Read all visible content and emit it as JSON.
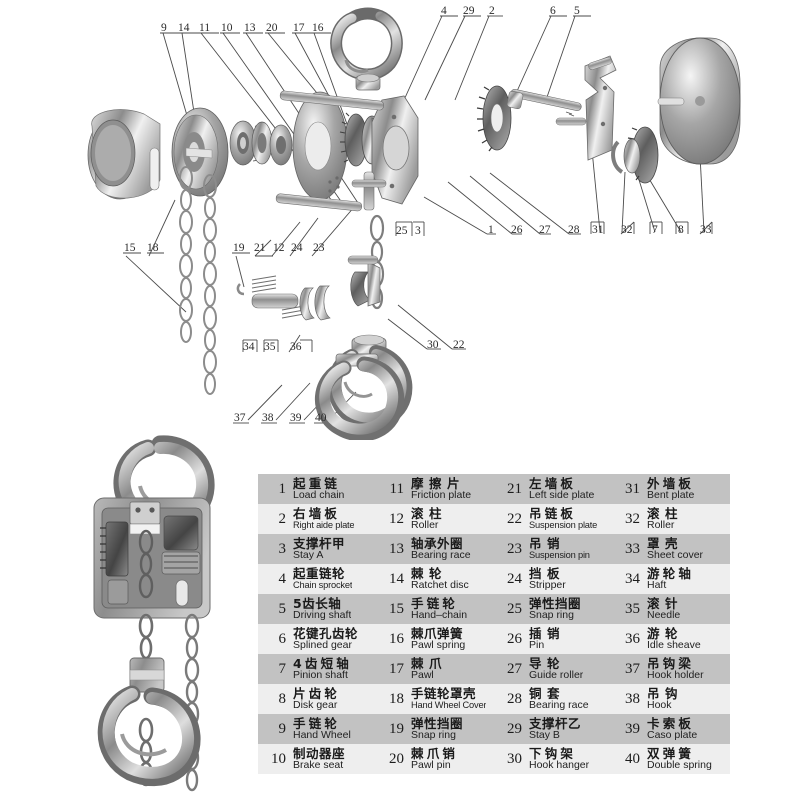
{
  "diagram": {
    "title_visible": false,
    "type": "exploded-parts-diagram",
    "subject": "chain hoist / chain block",
    "callouts_top_left": [
      "9",
      "14",
      "11",
      "10",
      "13",
      "20",
      "17",
      "16"
    ],
    "callouts_top_right": [
      "4",
      "29",
      "2",
      "6",
      "5"
    ],
    "callouts_mid_right": [
      "25",
      "3",
      "1",
      "26",
      "27",
      "28",
      "31",
      "32",
      "7",
      "8",
      "33"
    ],
    "callouts_mid_left": [
      "15",
      "18",
      "19",
      "21",
      "12",
      "24",
      "23"
    ],
    "callouts_bottom_mid": [
      "34",
      "35",
      "36",
      "30",
      "22"
    ],
    "callouts_bottom_hook": [
      "37",
      "38",
      "39",
      "40"
    ],
    "assembled_photo_label": "cutaway-assembled-hoist"
  },
  "parts_table": {
    "columns": 4,
    "rows": 10,
    "items": [
      {
        "num": "1",
        "cn": "起重链",
        "en": "Load chain",
        "sp": "sp1"
      },
      {
        "num": "2",
        "cn": "右墙板",
        "en": "Right aide plate",
        "sp": "sp1",
        "tight": true
      },
      {
        "num": "3",
        "cn": "支撑杆甲",
        "en": "Stay A",
        "sp": "sp0"
      },
      {
        "num": "4",
        "cn": "起重链轮",
        "en": "Chain sprocket",
        "sp": "sp0",
        "tight": true
      },
      {
        "num": "5",
        "cn": "5齿长轴",
        "en": "Driving shaft",
        "sp": "sp0"
      },
      {
        "num": "6",
        "cn": "花键孔齿轮",
        "en": "Splined gear",
        "sp": "sp0"
      },
      {
        "num": "7",
        "cn": "4齿短轴",
        "en": "Pinion shaft",
        "sp": "sp1"
      },
      {
        "num": "8",
        "cn": "片齿轮",
        "en": "Disk gear",
        "sp": "sp1"
      },
      {
        "num": "9",
        "cn": "手链轮",
        "en": "Hand Wheel",
        "sp": "sp1"
      },
      {
        "num": "10",
        "cn": "制动器座",
        "en": "Brake seat",
        "sp": "sp0"
      },
      {
        "num": "11",
        "cn": "摩擦片",
        "en": "Friction plate",
        "sp": "sp2"
      },
      {
        "num": "12",
        "cn": "滚柱",
        "en": "Roller",
        "sp": "sp2"
      },
      {
        "num": "13",
        "cn": "轴承外圈",
        "en": "Bearing race",
        "sp": "sp0"
      },
      {
        "num": "14",
        "cn": "棘轮",
        "en": "Ratchet disc",
        "sp": "sp2"
      },
      {
        "num": "15",
        "cn": "手链轮",
        "en": "Hand–chain",
        "sp": "sp1"
      },
      {
        "num": "16",
        "cn": "棘爪弹簧",
        "en": "Pawl spring",
        "sp": "sp0"
      },
      {
        "num": "17",
        "cn": "棘爪",
        "en": "Pawl",
        "sp": "sp2"
      },
      {
        "num": "18",
        "cn": "手链轮罩壳",
        "en": "Hand Wheel  Cover",
        "sp": "sp0",
        "tight": true
      },
      {
        "num": "19",
        "cn": "弹性挡圈",
        "en": "Snap ring",
        "sp": "sp0"
      },
      {
        "num": "20",
        "cn": "棘爪销",
        "en": "Pawl pin",
        "sp": "sp1"
      },
      {
        "num": "21",
        "cn": "左墙板",
        "en": "Left side plate",
        "sp": "sp1"
      },
      {
        "num": "22",
        "cn": "吊链板",
        "en": "Suspension plate",
        "sp": "sp1",
        "tight": true
      },
      {
        "num": "23",
        "cn": "吊销",
        "en": "Suspension pin",
        "sp": "sp2",
        "tight": true
      },
      {
        "num": "24",
        "cn": "挡板",
        "en": "Stripper",
        "sp": "sp2"
      },
      {
        "num": "25",
        "cn": "弹性挡圈",
        "en": "Snap ring",
        "sp": "sp0"
      },
      {
        "num": "26",
        "cn": "插销",
        "en": "Pin",
        "sp": "sp2"
      },
      {
        "num": "27",
        "cn": "导轮",
        "en": "Guide roller",
        "sp": "sp2"
      },
      {
        "num": "28",
        "cn": "铜套",
        "en": "Bearing race",
        "sp": "sp2"
      },
      {
        "num": "29",
        "cn": "支撑杆乙",
        "en": "Stay B",
        "sp": "sp0"
      },
      {
        "num": "30",
        "cn": "下钩架",
        "en": "Hook hanger",
        "sp": "sp1"
      },
      {
        "num": "31",
        "cn": "外墙板",
        "en": "Bent plate",
        "sp": "sp1"
      },
      {
        "num": "32",
        "cn": "滚柱",
        "en": "Roller",
        "sp": "sp2"
      },
      {
        "num": "33",
        "cn": "罩壳",
        "en": "Sheet cover",
        "sp": "sp2"
      },
      {
        "num": "34",
        "cn": "游轮轴",
        "en": "Haft",
        "sp": "sp1"
      },
      {
        "num": "35",
        "cn": "滚针",
        "en": "Needle",
        "sp": "sp2"
      },
      {
        "num": "36",
        "cn": "游轮",
        "en": "Idle sheave",
        "sp": "sp2"
      },
      {
        "num": "37",
        "cn": "吊钩梁",
        "en": "Hook holder",
        "sp": "sp1"
      },
      {
        "num": "38",
        "cn": "吊钩",
        "en": "Hook",
        "sp": "sp2"
      },
      {
        "num": "39",
        "cn": "卡索板",
        "en": "Caso plate",
        "sp": "sp1"
      },
      {
        "num": "40",
        "cn": "双弹簧",
        "en": "Double spring",
        "sp": "sp1"
      }
    ]
  },
  "colors": {
    "band_dark": "#c2c2c2",
    "band_light": "#eeeeee",
    "text": "#1a1a1a",
    "leader_line": "#4a4a4a",
    "page_background": "#ffffff"
  }
}
